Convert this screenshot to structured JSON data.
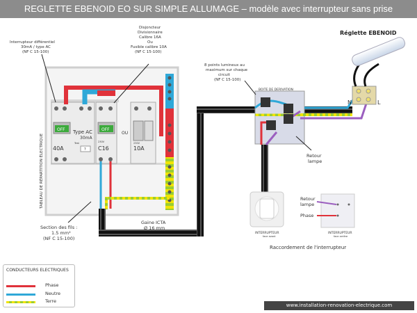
{
  "title": "REGLETTE EBENOID EO SUR  SIMPLE ALLUMAGE – modèle avec interrupteur sans prise",
  "labels": {
    "reglette": "Réglette EBENOID",
    "interrupteur_diff": [
      "Interrupteur différentiel",
      "30mA / type AC",
      "(NF C 15-100)"
    ],
    "disjoncteur": [
      "Disjoncteur",
      "Divisionnaire",
      "Calibre 16A",
      "Ou",
      "Fusible calibre 10A",
      "(NF C 15-100)"
    ],
    "points_lumineux": [
      "8 points lumineux au",
      "maximum sur chaque",
      "circuit",
      "(NF C 15-100)"
    ],
    "boite": "BOITE DE DERIVATION",
    "tableau": "TABLEAU DE RÉPARTITION ÉLECTRIQUE",
    "retour_lampe": [
      "Retour",
      "lampe"
    ],
    "retour_lampe_2": [
      "Retour",
      "lampe"
    ],
    "phase": "Phase",
    "section_fils": [
      "Section des fils :",
      "1.5 mm²",
      "(NF C 15-100)"
    ],
    "gaine": [
      "Gaine ICTA",
      "Ø 16 mm"
    ],
    "interrupteur_left": [
      "INTERRUPTEUR",
      "face avant"
    ],
    "interrupteur_right": [
      "INTERRUPTEUR",
      "face arrière"
    ],
    "raccordement": "Raccordement  de l'interrupteur",
    "off1": "OFF",
    "off2": "OFF",
    "type_ac": "Type AC",
    "ma30": "30mA",
    "a40": "40A",
    "c16": "C16",
    "ou": "OU",
    "a10": "10A",
    "v230a": "230V",
    "v230b": "230V",
    "test": "Test",
    "q": "?",
    "N": "N",
    "L": "L"
  },
  "legend": {
    "title": "CONDUCTEURS ELECTRIQUES",
    "items": [
      {
        "label": "Phase",
        "color": "#e0323a"
      },
      {
        "label": "Neutre",
        "color": "#2fa8d8"
      },
      {
        "label": "Terre",
        "color": "#9acd32"
      }
    ]
  },
  "website": "www.installation-renovation-electrique.com",
  "colors": {
    "phase": "#e0323a",
    "neutre": "#2fa8d8",
    "terre_green": "#9acd32",
    "terre_yellow": "#f2e400",
    "retour": "#9b5fbf",
    "gaine": "#222222"
  }
}
